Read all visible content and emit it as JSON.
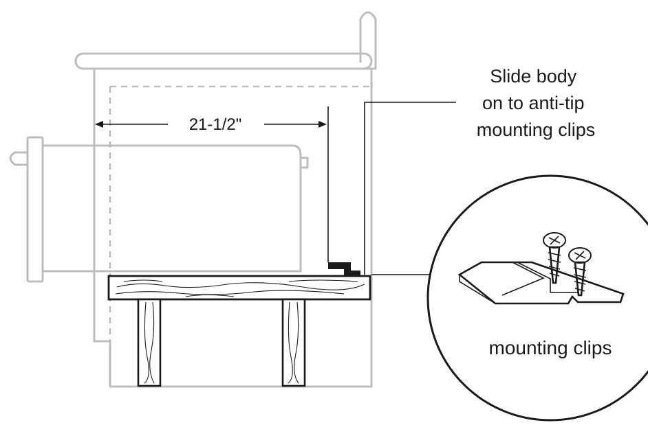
{
  "diagram": {
    "callout_lines": [
      "Slide body",
      "on to anti-tip",
      "mounting clips"
    ],
    "dimension_label": "21-1/2\"",
    "detail_label": "mounting clips"
  }
}
